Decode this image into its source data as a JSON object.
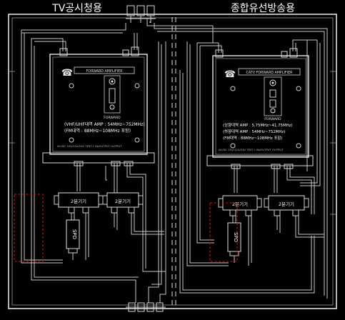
{
  "titles": {
    "left": "TV공시청용",
    "right": "종합유선방송용"
  },
  "left_amp": {
    "name": "FORWARD AMPLIFIER",
    "switch_label": "FORWARD",
    "spec_line1": "(VHF/UHF대역 AMP : 54MHz~752MHz)",
    "spec_line2": "(FM대역 : 88MHz~108MHz 포함)",
    "port_labels": "AC/DC 15V/12V/24V  TEST+ IN/OUTPUT  OUTPUT"
  },
  "right_amp": {
    "name": "CATV FORWARD AMPLIFIER",
    "switch_label": "FORWARD",
    "spec_line1": "(상향대역 AMP : 5.75MHz~41.75MHz)",
    "spec_line2": "(하향대역 AMP : 54MHz~752MHz)",
    "spec_line3": "(FM대역 : 88MHz~108MHz 포함)",
    "port_labels": "AC/DC 15V/12V/24V  TEST+ IN/OUTPUT  OUTPUT"
  },
  "splitters": {
    "left_a": "2분기기",
    "left_b": "2분기기",
    "right_a": "2분기기",
    "right_b": "2분기기"
  },
  "spd": {
    "left": "SPD",
    "right": "SPD"
  },
  "colors": {
    "background": "#000000",
    "line": "#c8c8c8",
    "frame": "#e0e0e0",
    "highlight": "#d01818",
    "title": "#ffffff"
  }
}
